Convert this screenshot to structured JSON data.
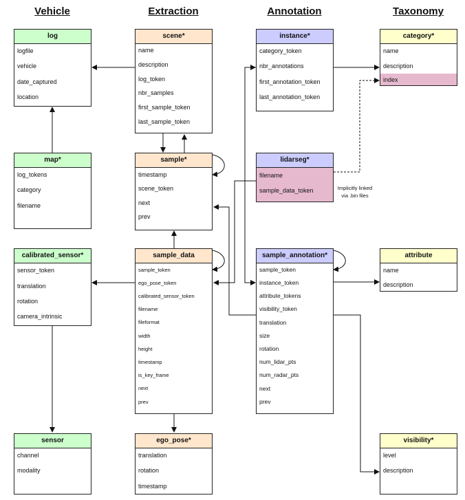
{
  "columns": [
    "Vehicle",
    "Extraction",
    "Annotation",
    "Taxonomy"
  ],
  "tables": {
    "log": {
      "title": "log",
      "fields": [
        "logfile",
        "vehicle",
        "date_captured",
        "location"
      ],
      "color": "#ccffcc"
    },
    "map": {
      "title": "map*",
      "fields": [
        "log_tokens",
        "category",
        "filename"
      ],
      "color": "#ccffcc"
    },
    "calibrated_sensor": {
      "title": "calibrated_sensor*",
      "fields": [
        "sensor_token",
        "translation",
        "rotation",
        "camera_intrinsic"
      ],
      "color": "#ccffcc"
    },
    "sensor": {
      "title": "sensor",
      "fields": [
        "channel",
        "modality"
      ],
      "color": "#ccffcc"
    },
    "scene": {
      "title": "scene*",
      "fields": [
        "name",
        "description",
        "log_token",
        "nbr_samples",
        "first_sample_token",
        "last_sample_token"
      ],
      "color": "#ffe6cc"
    },
    "sample": {
      "title": "sample*",
      "fields": [
        "timestamp",
        "scene_token",
        "next",
        "prev"
      ],
      "color": "#ffe6cc"
    },
    "sample_data": {
      "title": "sample_data",
      "fields": [
        "sample_token",
        "ego_pose_token",
        "calibrated_sensor_token",
        "filename",
        "fileformat",
        "width",
        "height",
        "timestamp",
        "is_key_frame",
        "next",
        "prev"
      ],
      "color": "#ffe6cc"
    },
    "ego_pose": {
      "title": "ego_pose*",
      "fields": [
        "translation",
        "rotation",
        "timestamp"
      ],
      "color": "#ffe6cc"
    },
    "instance": {
      "title": "instance*",
      "fields": [
        "category_token",
        "nbr_annotations",
        "first_annotation_token",
        "last_annotation_token"
      ],
      "color": "#ccccff"
    },
    "lidarseg": {
      "title": "lidarseg*",
      "fields": [
        "filename",
        "sample_data_token"
      ],
      "color": "#ccccff"
    },
    "sample_annotation": {
      "title": "sample_annotation*",
      "fields": [
        "sample_token",
        "instance_token",
        "attribute_tokens",
        "visibility_token",
        "translation",
        "size",
        "rotation",
        "num_lidar_pts",
        "num_radar_pts",
        "next",
        "prev"
      ],
      "color": "#ccccff"
    },
    "category": {
      "title": "category*",
      "fields": [
        "name",
        "description",
        "index"
      ],
      "color": "#ffffcc"
    },
    "attribute": {
      "title": "attribute",
      "fields": [
        "name",
        "description"
      ],
      "color": "#ffffcc"
    },
    "visibility": {
      "title": "visibility*",
      "fields": [
        "level",
        "description"
      ],
      "color": "#ffffcc"
    }
  },
  "highlight_color": "#e6b9ce",
  "note": {
    "line1": "Implicitly linked",
    "line2": "via .bin files"
  }
}
